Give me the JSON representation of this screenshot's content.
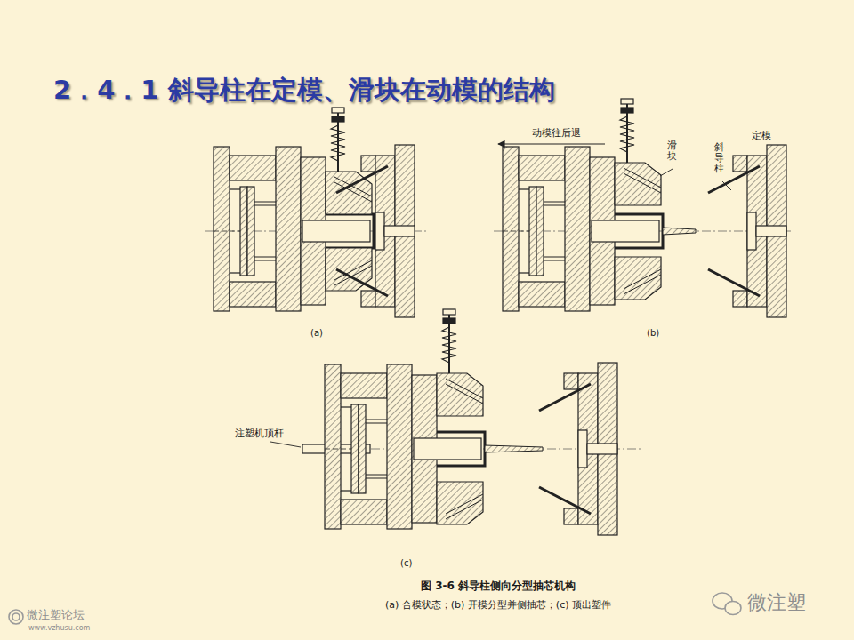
{
  "diagram": {
    "title": "2．4．1 斜导柱在定模、滑块在动模的结构",
    "caption": "图 3-6 斜导柱侧向分型抽芯机构",
    "labels": [
      "(a)",
      "(b)",
      "(c)",
      "动模往后退",
      "滑块",
      "斜导柱",
      "定模",
      "注塑机顶杆",
      "(a) 合模状态；(b) 开模分型并侧抽芯；(c) 顶出塑件",
      "微注塑",
      "微注塑论坛",
      "www.vzhusu.com"
    ]
  }
}
